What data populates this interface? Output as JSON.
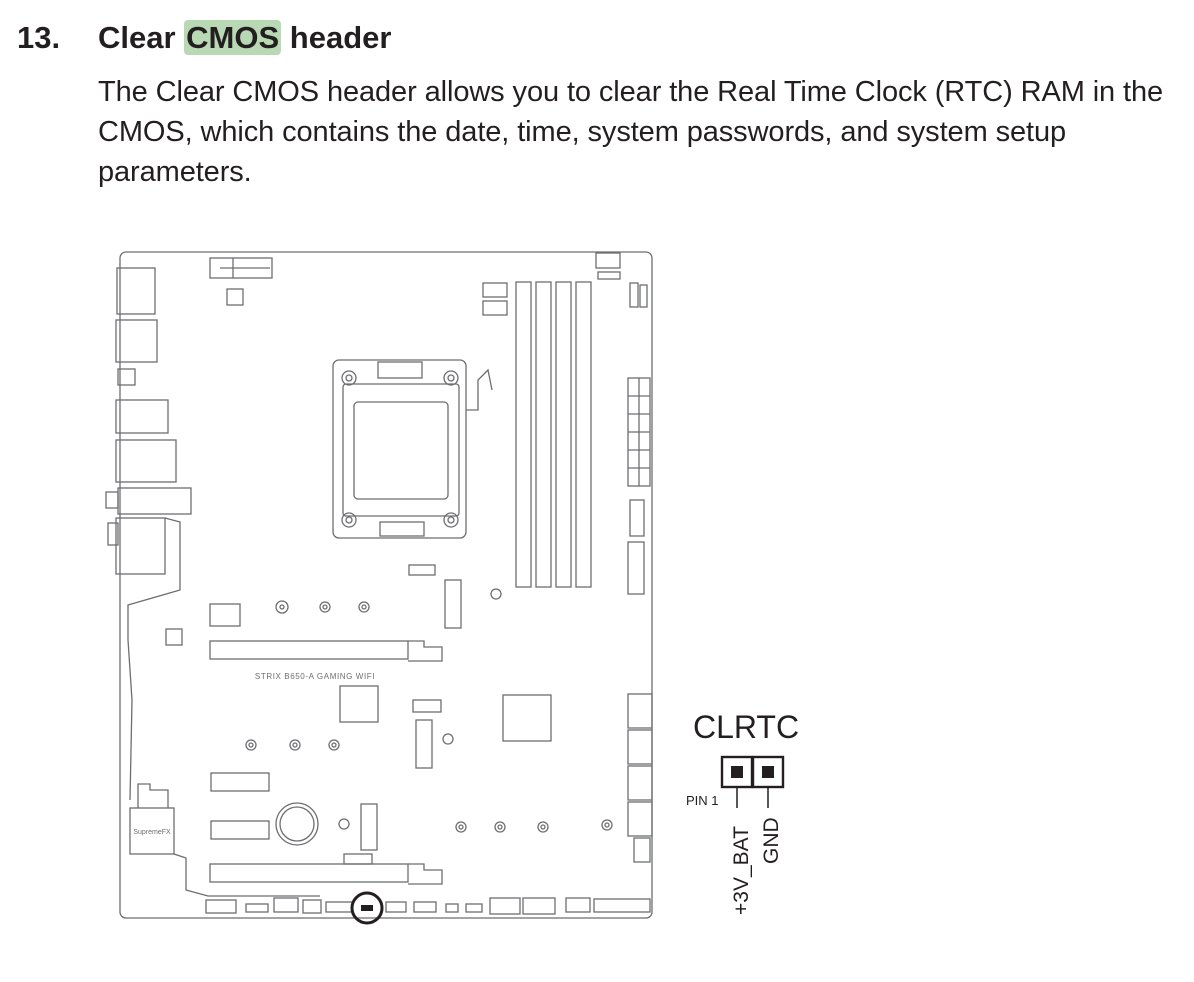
{
  "section": {
    "number": "13.",
    "title_before": "Clear",
    "title_highlight": "CMOS",
    "title_after": "header",
    "description": "The Clear CMOS header allows you to clear the Real Time Clock (RTC) RAM in the CMOS, which contains the date, time, system passwords, and system setup parameters."
  },
  "board": {
    "model_label": "STRIX B650-A GAMING WIFI",
    "audio_label": "SupremeFX"
  },
  "header_detail": {
    "name": "CLRTC",
    "pin1_label": "PIN 1",
    "pins": [
      "+3V_BAT",
      "GND"
    ]
  },
  "colors": {
    "highlight": "#b9d8b4",
    "outline": "#6d6e71",
    "text": "#231f20"
  }
}
